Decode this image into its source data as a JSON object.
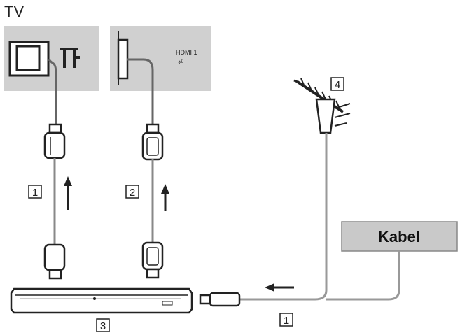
{
  "title": "TV",
  "tv_panels": {
    "hdmi_port_label": "HDMI 1",
    "hdmi_input_symbol": "⏎"
  },
  "kabel_box": {
    "label": "Kabel"
  },
  "callouts": {
    "antenna_cable_left": "1",
    "hdmi_cable": "2",
    "device": "3",
    "antenna": "4",
    "antenna_cable_bottom": "1"
  },
  "colors": {
    "panel_gray": "#cfcfcf",
    "kabel_gray": "#c9c9c9",
    "cable_gray": "#9a9a9a",
    "line_dark": "#222222"
  }
}
